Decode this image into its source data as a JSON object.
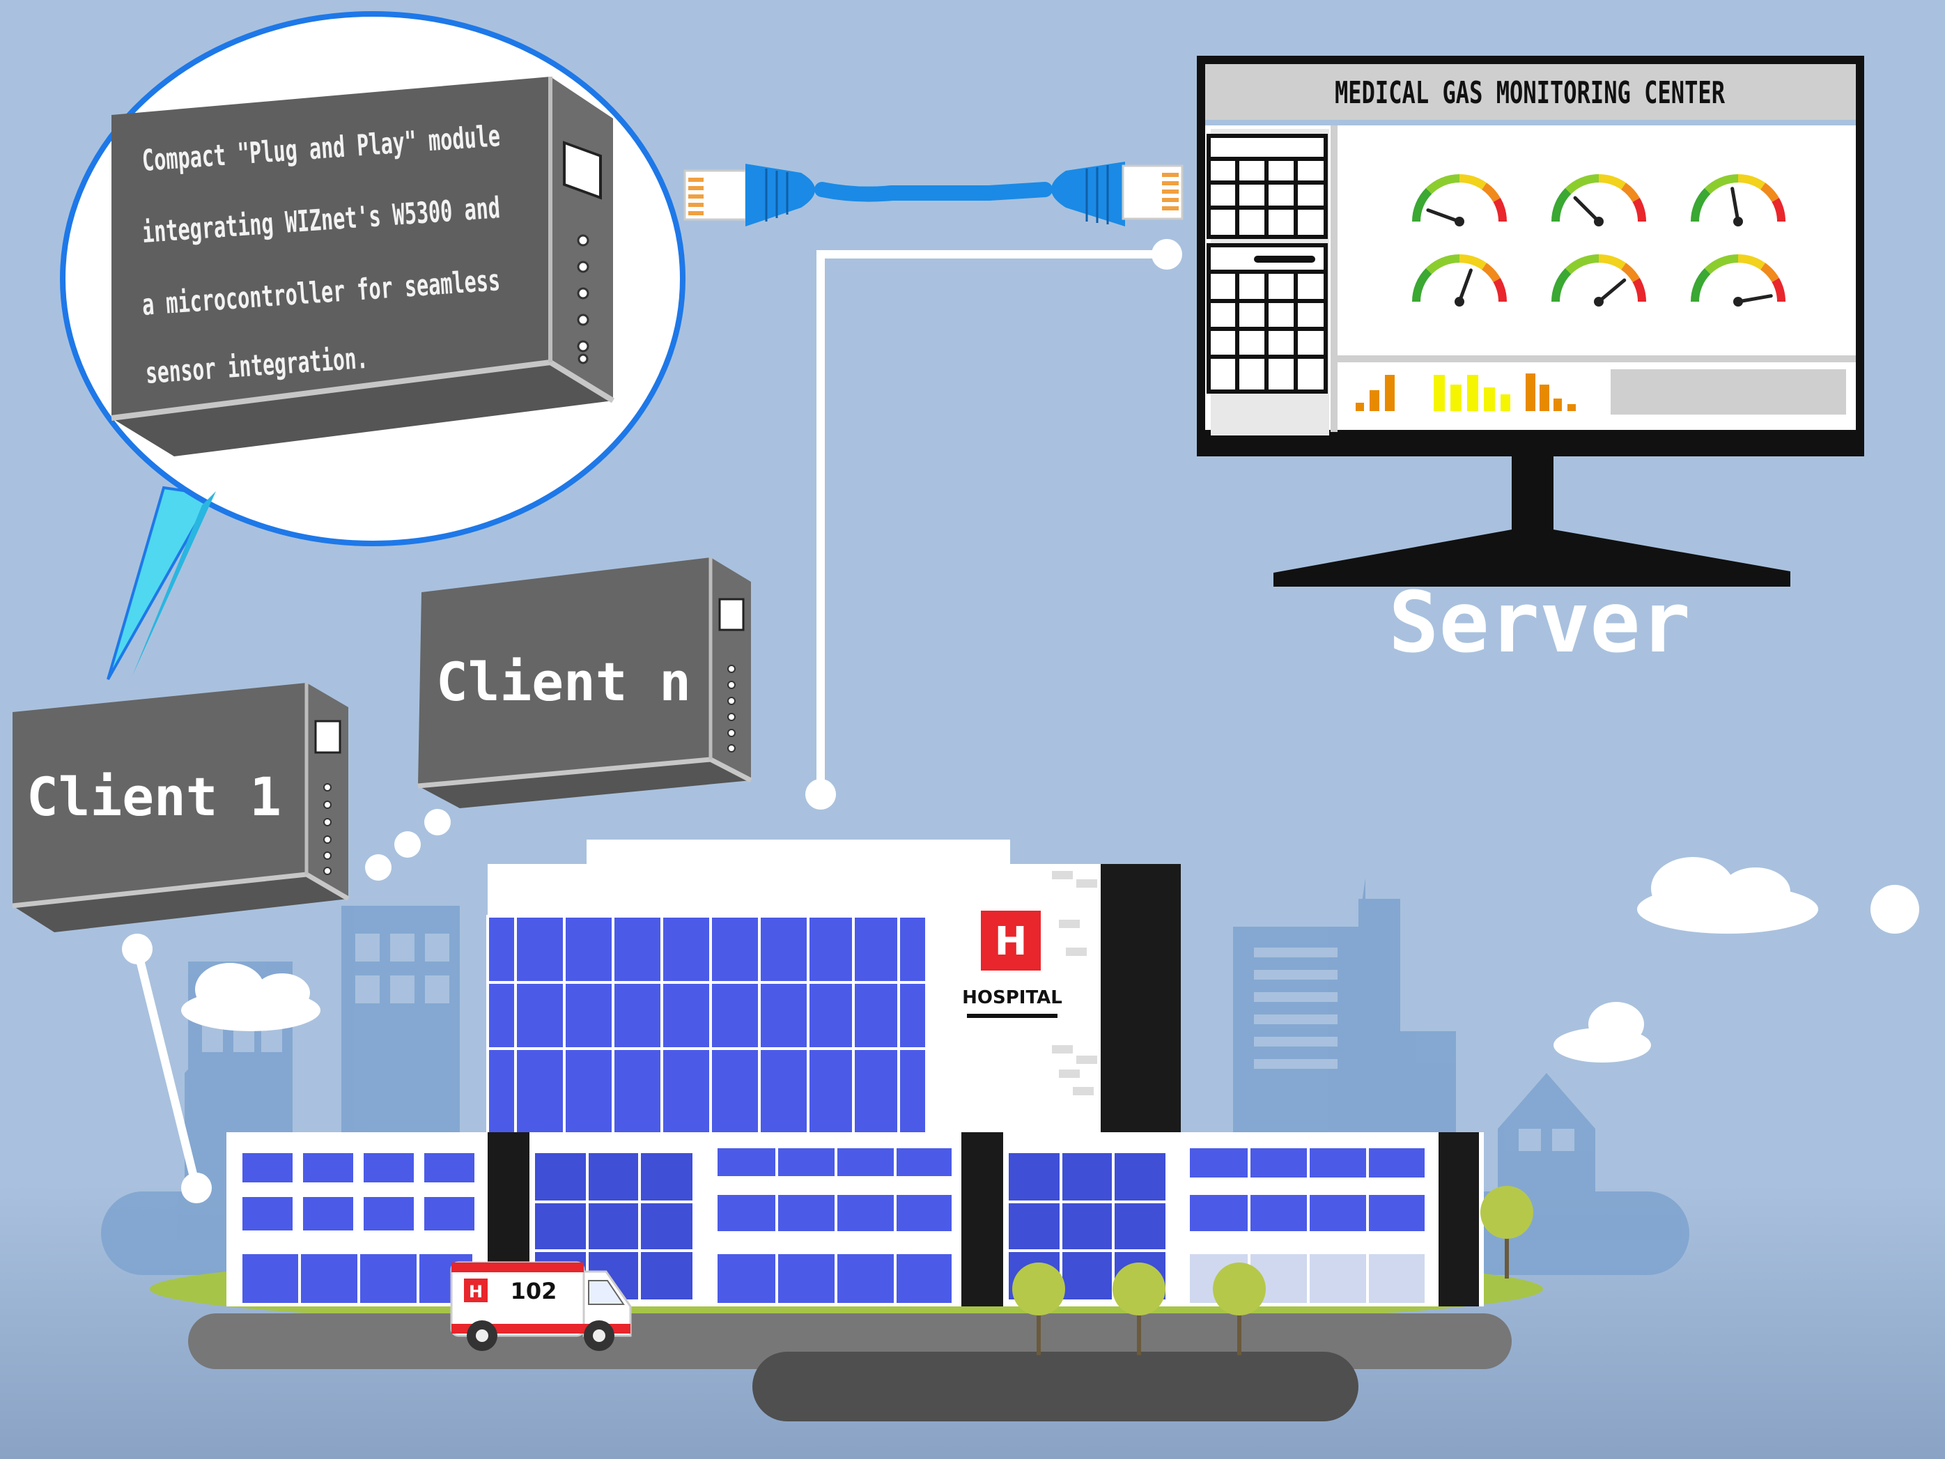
{
  "bubble": {
    "lines": [
      "Compact \"Plug and Play\" module",
      "integrating WIZnet's W5300 and",
      "a microcontroller for seamless",
      "sensor integration."
    ]
  },
  "clients": {
    "client1": "Client 1",
    "clientn": "Client n"
  },
  "server": {
    "title": "MEDICAL GAS MONITORING CENTER",
    "label": "Server"
  },
  "hospital": {
    "sign_letter": "H",
    "name": "HOSPITAL"
  },
  "ambulance": {
    "letter": "H",
    "number": "102"
  },
  "colors": {
    "sky": "#a9c1de",
    "module_gray": "#666666",
    "cable_blue": "#1a8ae6",
    "window_blue": "#4b5be8",
    "red": "#e8262c"
  },
  "gauges": [
    {
      "needle_angle_deg": -20
    },
    {
      "needle_angle_deg": -45
    },
    {
      "needle_angle_deg": -80
    },
    {
      "needle_angle_deg": -110
    },
    {
      "needle_angle_deg": -140
    },
    {
      "needle_angle_deg": -170
    }
  ]
}
